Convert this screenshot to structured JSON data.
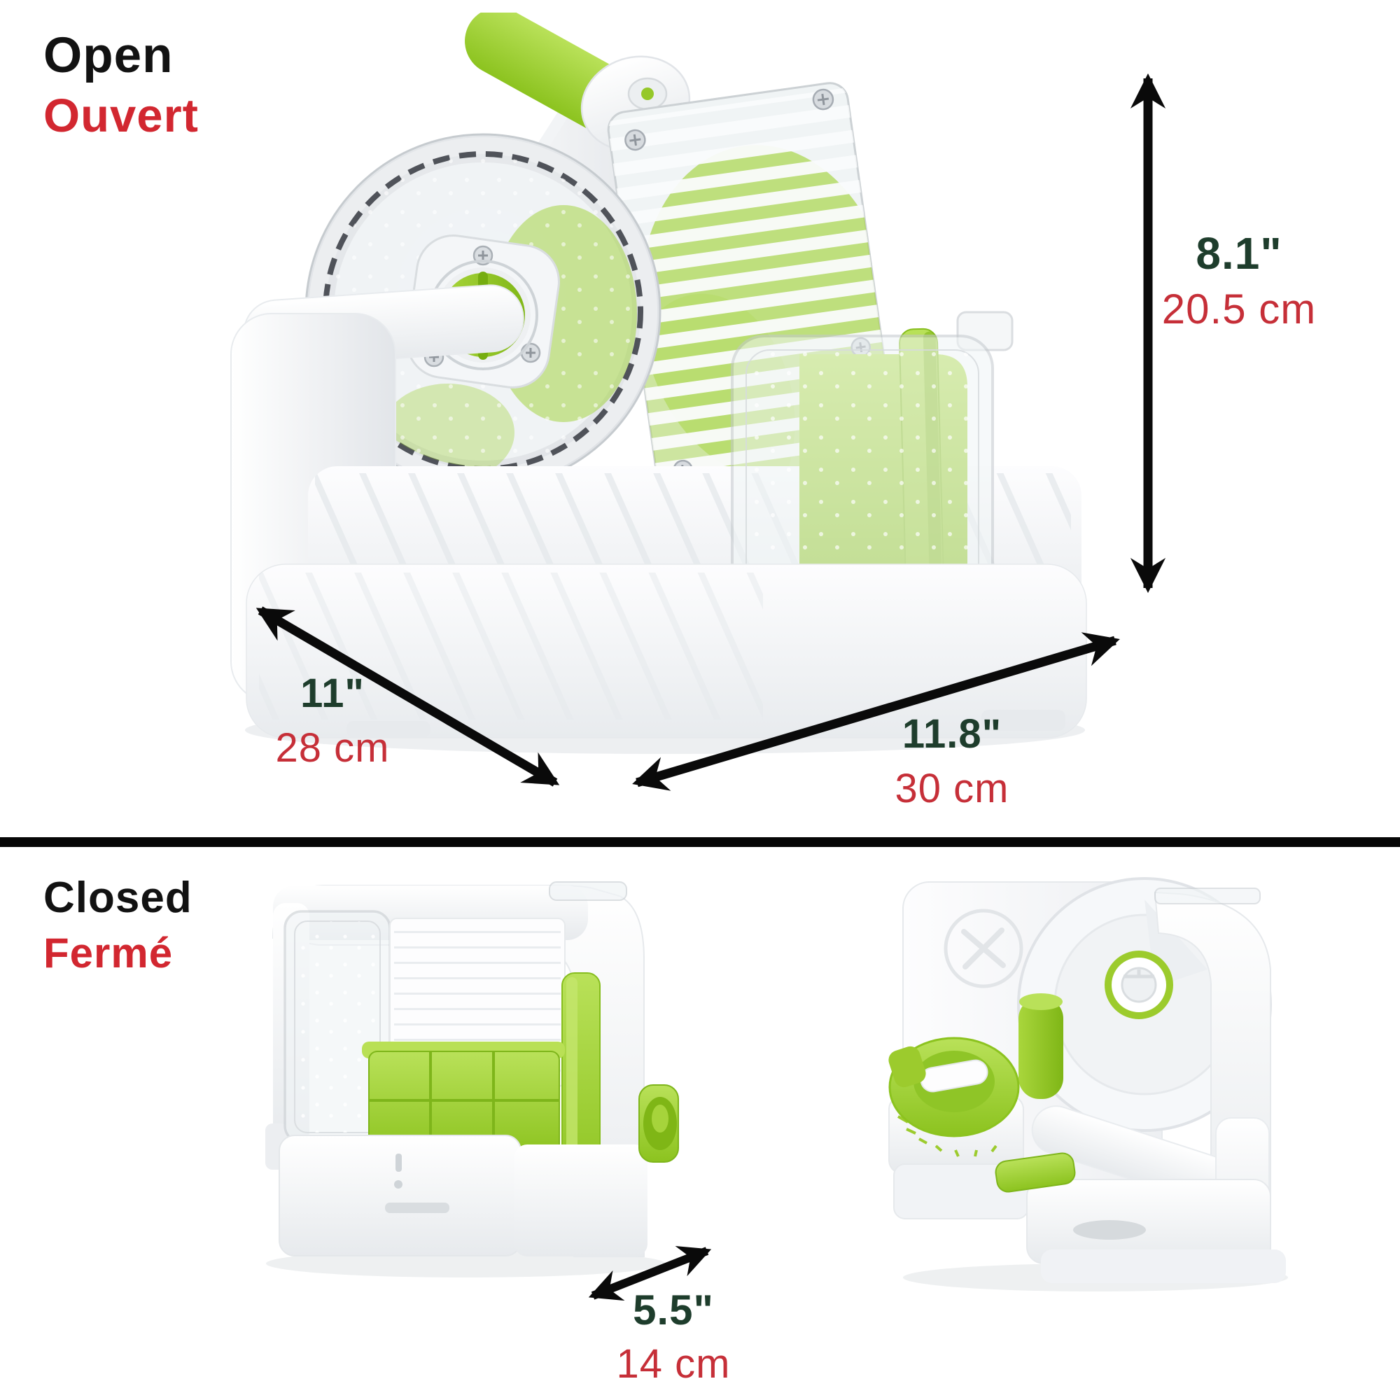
{
  "page": {
    "background": "#ffffff",
    "divider_color": "#060606"
  },
  "palette": {
    "inch_text": "#1e3d2c",
    "cm_text": "#c62f38",
    "heading_text": "#121212",
    "subheading_text": "#d22730",
    "arrow_color": "#0a0a0a",
    "product_green": "#9ccb2d",
    "product_white": "#f5f7f8"
  },
  "open_section": {
    "title": "Open",
    "subtitle": "Ouvert",
    "height_in": "8.1\"",
    "height_cm": "20.5 cm",
    "depth_in": "11\"",
    "depth_cm": "28 cm",
    "width_in": "11.8\"",
    "width_cm": "30 cm"
  },
  "closed_section": {
    "title": "Closed",
    "subtitle": "Fermé",
    "depth_in": "5.5\"",
    "depth_cm": "14 cm"
  }
}
